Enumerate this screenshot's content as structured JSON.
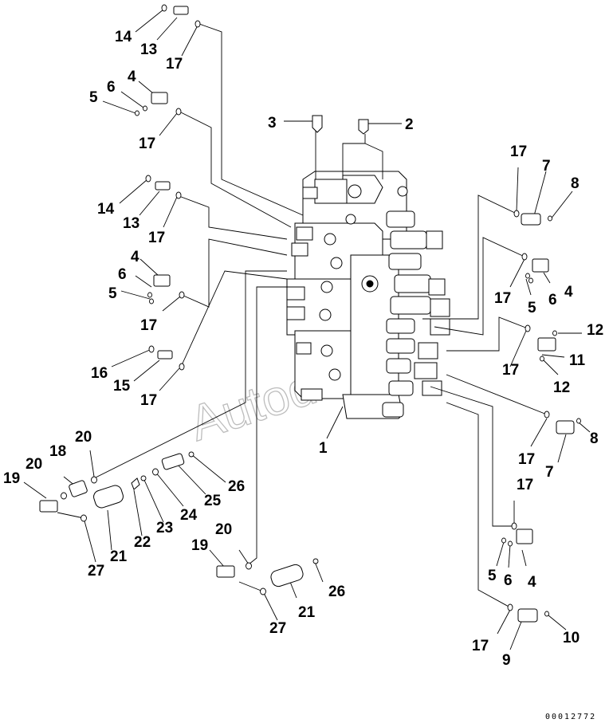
{
  "watermark": "Autodoc",
  "drawing_number": "00012772",
  "callouts": {
    "c14a": "14",
    "c13a": "13",
    "c17a": "17",
    "c5a": "5",
    "c6a": "6",
    "c4a": "4",
    "c17b": "17",
    "c3": "3",
    "c2": "2",
    "c14b": "14",
    "c13b": "13",
    "c17c": "17",
    "c4b": "4",
    "c6b": "6",
    "c5b": "5",
    "c17d": "17",
    "c16": "16",
    "c15": "15",
    "c17e": "17",
    "c17f": "17",
    "c7a": "7",
    "c8a": "8",
    "c17g": "17",
    "c6c": "6",
    "c5c": "5",
    "c4c": "4",
    "c12a": "12",
    "c11": "11",
    "c17h": "17",
    "c12b": "12",
    "c1": "1",
    "c17i": "17",
    "c7b": "7",
    "c8b": "8",
    "c17j": "17",
    "c5d": "5",
    "c6d": "6",
    "c4d": "4",
    "c17k": "17",
    "c9": "9",
    "c10": "10",
    "c20a": "20",
    "c18": "18",
    "c19a": "19",
    "c20b": "20",
    "c27a": "27",
    "c21a": "21",
    "c22": "22",
    "c23": "23",
    "c24": "24",
    "c25": "25",
    "c26a": "26",
    "c19b": "19",
    "c20c": "20",
    "c27b": "27",
    "c21b": "21",
    "c26b": "26"
  }
}
